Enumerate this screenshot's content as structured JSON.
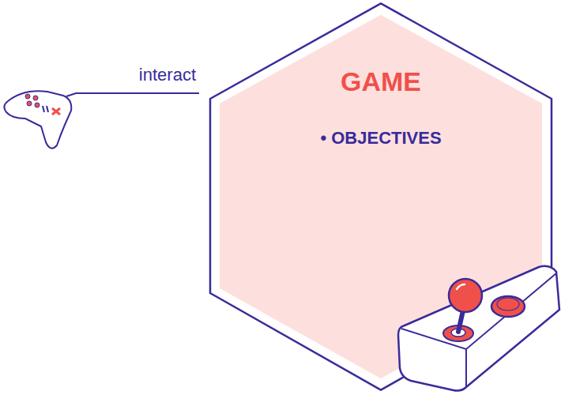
{
  "diagram": {
    "nodes": [
      {
        "text": [
          "GAME",
          "• OBJECTIVES"
        ]
      }
    ],
    "labels": [
      "interact"
    ]
  }
}
